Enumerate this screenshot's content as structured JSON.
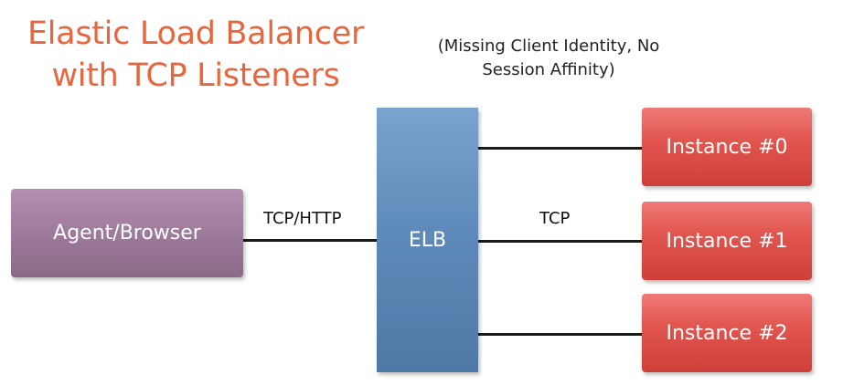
{
  "title": {
    "line1": "Elastic Load Balancer",
    "line2": "with TCP Listeners"
  },
  "note": {
    "line1": "(Missing Client Identity, No",
    "line2": "Session Affinity)"
  },
  "nodes": {
    "agent": "Agent/Browser",
    "elb": "ELB",
    "instances": [
      "Instance #0",
      "Instance #1",
      "Instance #2"
    ]
  },
  "edge_labels": {
    "client_to_elb": "TCP/HTTP",
    "elb_to_instances": "TCP"
  },
  "colors": {
    "title": "#e8663e",
    "agent": "#9e7a9c",
    "elb": "#5f8bba",
    "instance": "#e25650"
  }
}
